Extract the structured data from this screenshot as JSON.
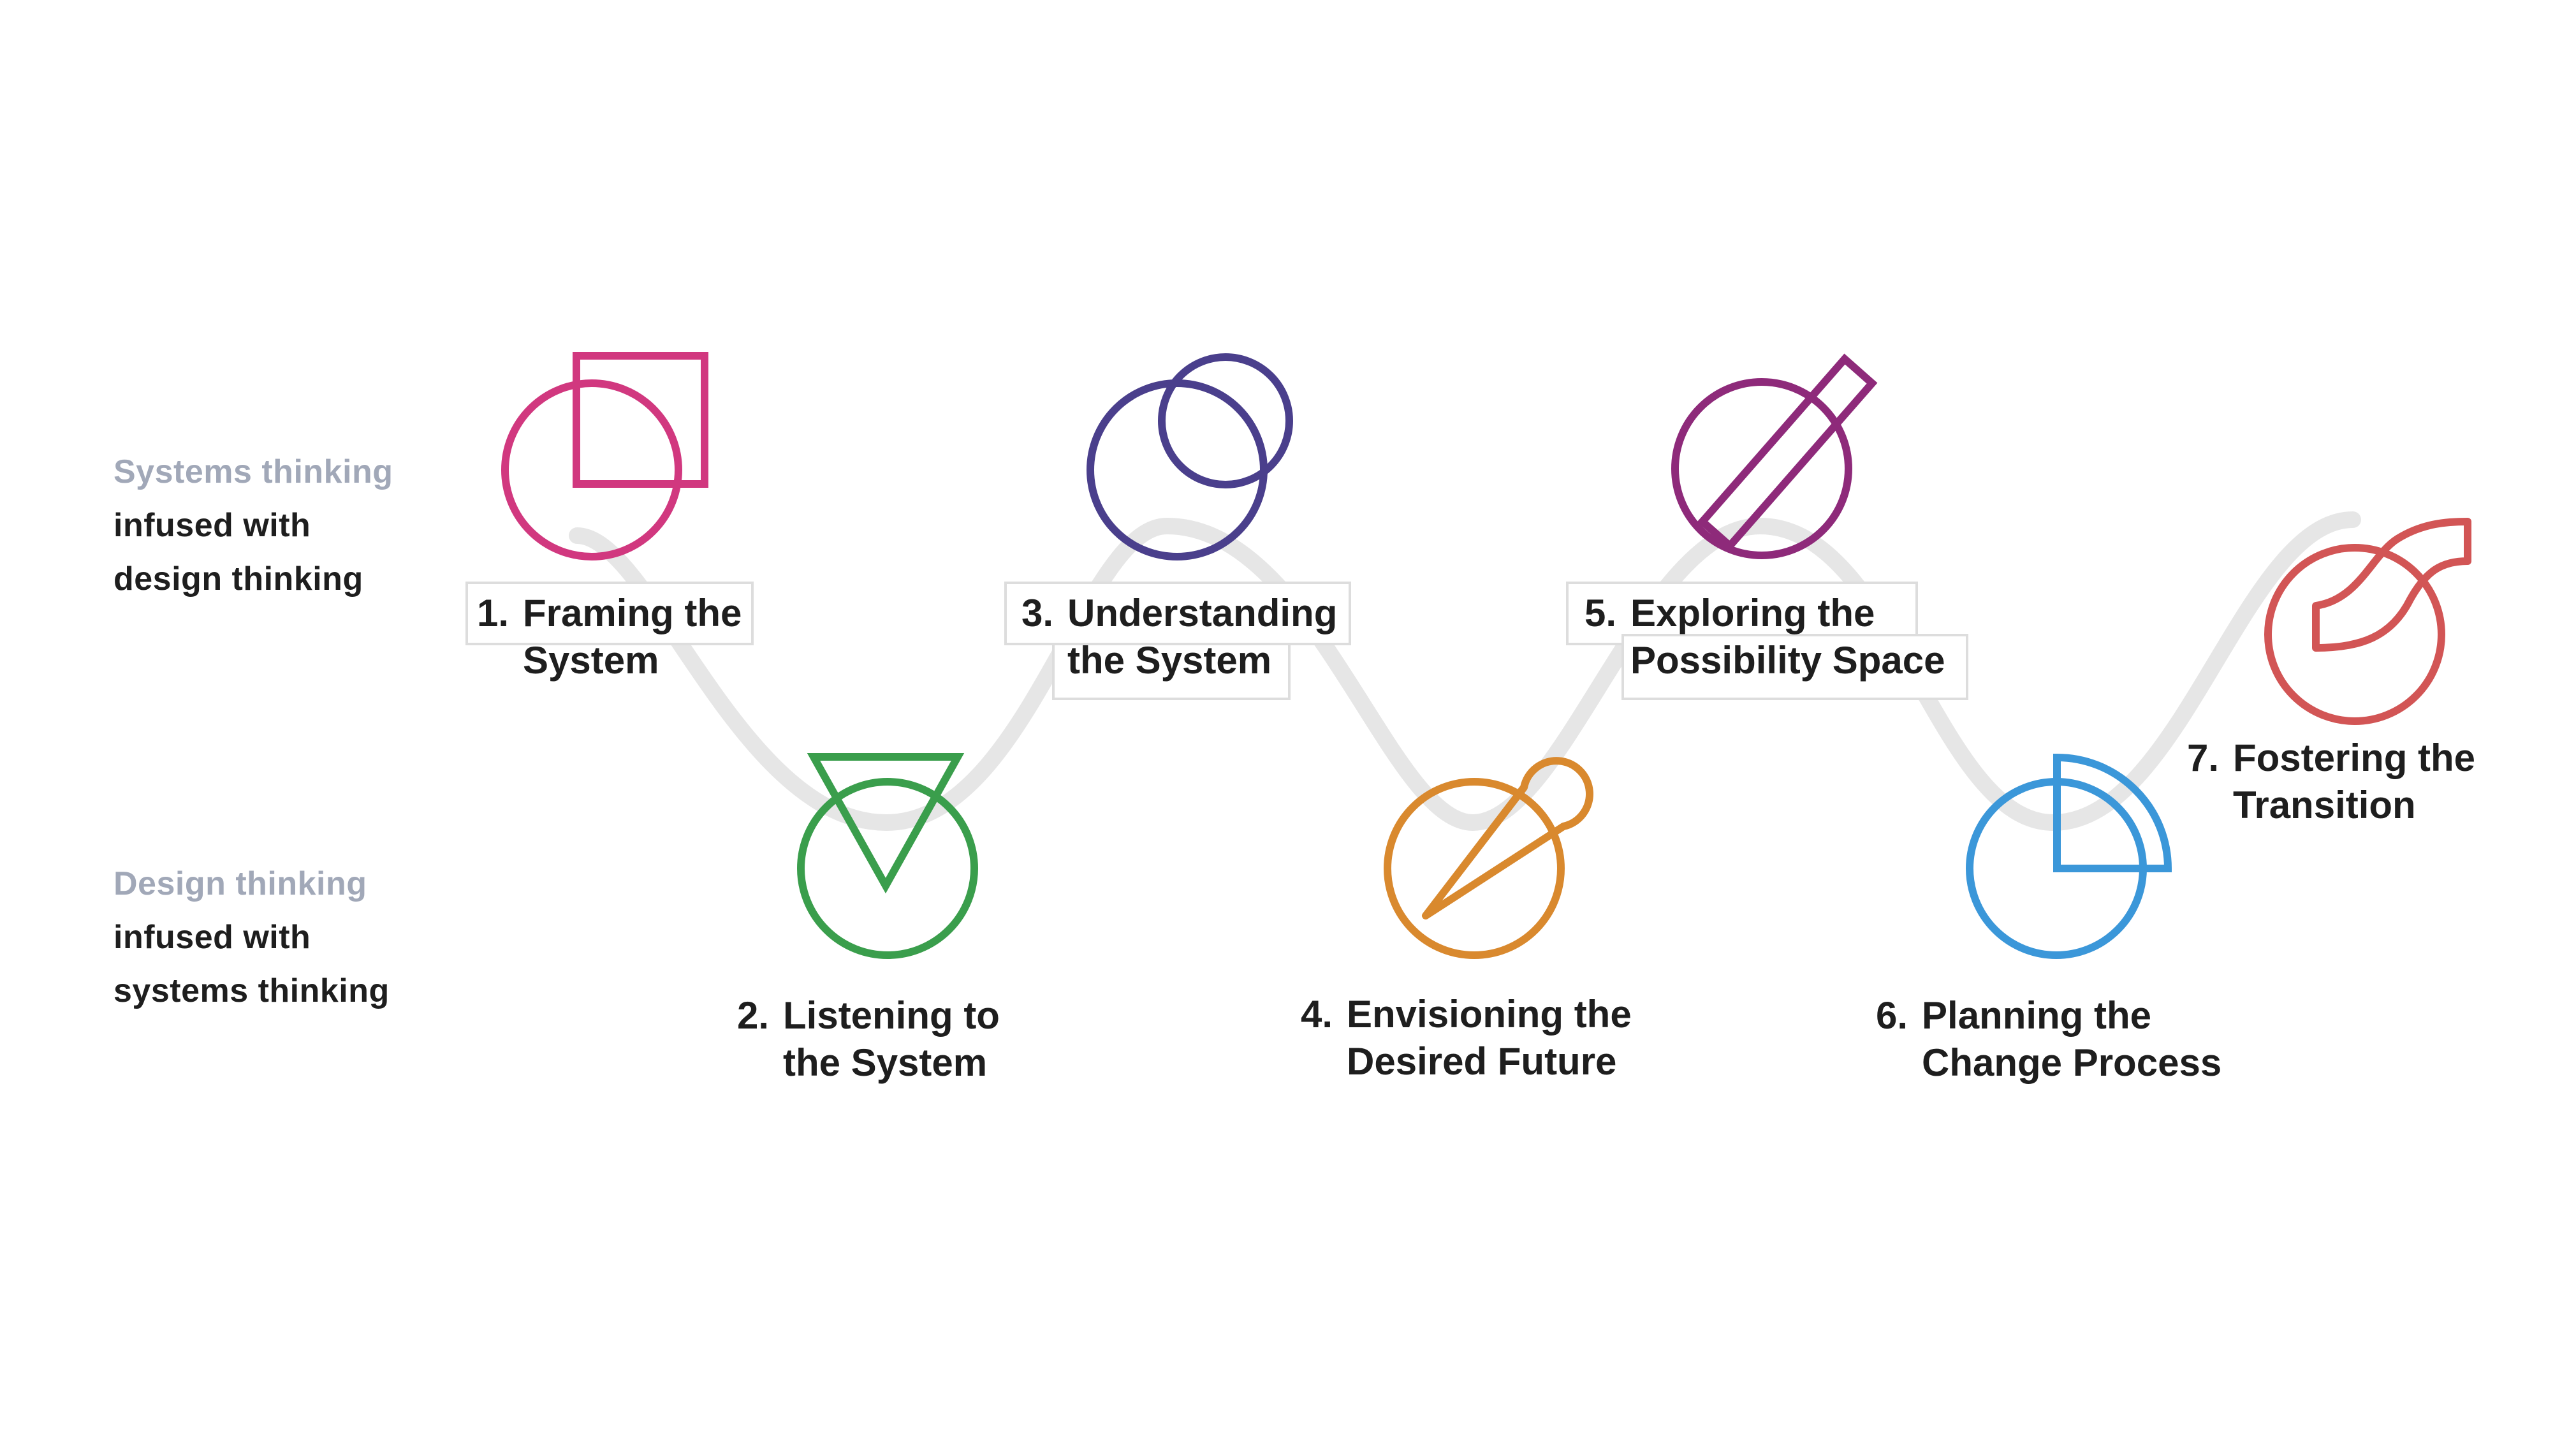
{
  "side_labels": {
    "top": {
      "lead": "Systems thinking",
      "line2": "infused with",
      "line3": "design thinking"
    },
    "bottom": {
      "lead": "Design thinking",
      "line2": "infused with",
      "line3": "systems thinking"
    }
  },
  "steps": [
    {
      "number": "1.",
      "line1": "Framing the",
      "line2": "System",
      "icon": "circle-square-icon",
      "color": "#d1387f"
    },
    {
      "number": "2.",
      "line1": "Listening to",
      "line2": "the System",
      "icon": "circle-triangle-icon",
      "color": "#3a9e4c"
    },
    {
      "number": "3.",
      "line1": "Understanding",
      "line2": "the System",
      "icon": "overlapping-circles-icon",
      "color": "#4a3f8c"
    },
    {
      "number": "4.",
      "line1": "Envisioning the",
      "line2": "Desired Future",
      "icon": "circle-pin-icon",
      "color": "#d9892e"
    },
    {
      "number": "5.",
      "line1": "Exploring the",
      "line2": "Possibility Space",
      "icon": "circle-bar-icon",
      "color": "#8e2a7a"
    },
    {
      "number": "6.",
      "line1": "Planning the",
      "line2": "Change Process",
      "icon": "circle-quadrant-icon",
      "color": "#3b97d9"
    },
    {
      "number": "7.",
      "line1": "Fostering the",
      "line2": "Transition",
      "icon": "circle-leaf-icon",
      "color": "#d25555"
    }
  ],
  "path_color": "#e6e6e6"
}
